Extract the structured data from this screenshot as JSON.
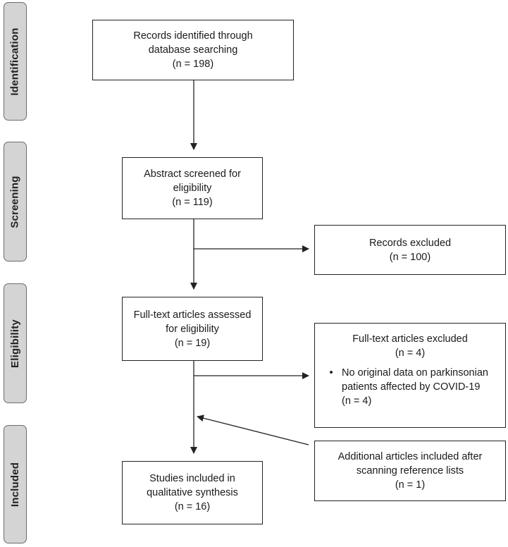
{
  "phases": {
    "identification": "Identification",
    "screening": "Screening",
    "eligibility": "Eligibility",
    "included": "Included"
  },
  "boxes": {
    "records_identified": {
      "line1": "Records identified through",
      "line2": "database searching",
      "count": "(n = 198)"
    },
    "abstract_screened": {
      "line1": "Abstract screened for",
      "line2": "eligibility",
      "count": "(n = 119)"
    },
    "records_excluded": {
      "line1": "Records excluded",
      "count": "(n = 100)"
    },
    "fulltext_assessed": {
      "line1": "Full-text articles assessed",
      "line2": "for eligibility",
      "count": "(n = 19)"
    },
    "fulltext_excluded": {
      "line1": "Full-text articles excluded",
      "count": "(n = 4)",
      "bullet": "•",
      "reason_line1": "No original data on parkinsonian",
      "reason_line2": "patients affected by COVID-19",
      "reason_count": "(n = 4)"
    },
    "additional_articles": {
      "line1": "Additional articles included after",
      "line2": "scanning reference lists",
      "count": "(n = 1)"
    },
    "studies_included": {
      "line1": "Studies included in",
      "line2": "qualitative synthesis",
      "count": "(n = 16)"
    }
  }
}
